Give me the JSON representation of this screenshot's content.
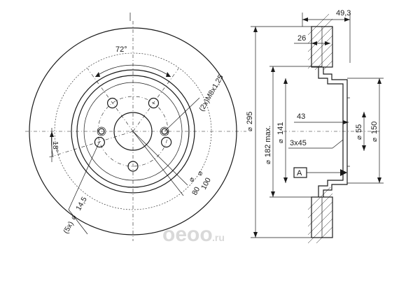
{
  "front_view": {
    "angle_pcd": "72°",
    "thread": "(2x)M8x1,25",
    "angle_small": "18°",
    "holes": "(5x)",
    "hole_dia": "14,5",
    "dia_100": "100",
    "dia_80": "80"
  },
  "side_view": {
    "width_total": "49,3",
    "width_26": "26",
    "dia_295": "295",
    "dia_182": "182 max.",
    "dia_141": "141",
    "dim_43": "43",
    "chamfer": "3x45",
    "dia_55": "55",
    "dia_150": "150",
    "datum": "A"
  },
  "watermark": {
    "brand": "oeoo",
    "domain": ".ru"
  }
}
